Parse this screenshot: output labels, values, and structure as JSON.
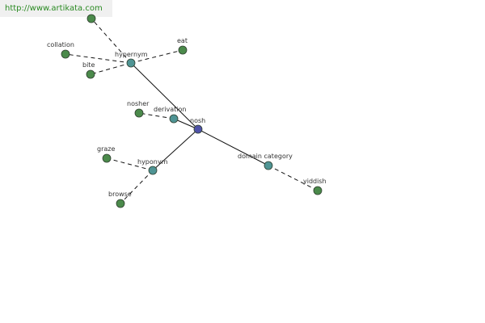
{
  "watermark": "http://www.artikata.com",
  "colors": {
    "leaf_node": "#4b8a4b",
    "relation_node": "#4f9494",
    "center_node": "#4f52a8",
    "node_stroke": "#2f3f2f",
    "edge": "#111111"
  },
  "nodes": [
    {
      "id": "nosh",
      "label": "nosh",
      "kind": "center"
    },
    {
      "id": "hypernym",
      "label": "hypernym",
      "kind": "relation"
    },
    {
      "id": "derivation",
      "label": "derivation",
      "kind": "relation"
    },
    {
      "id": "hyponym",
      "label": "hyponym",
      "kind": "relation"
    },
    {
      "id": "domain_category",
      "label": "domain category",
      "kind": "relation"
    },
    {
      "id": "top",
      "label": "",
      "kind": "leaf"
    },
    {
      "id": "collation",
      "label": "collation",
      "kind": "leaf"
    },
    {
      "id": "bite",
      "label": "bite",
      "kind": "leaf"
    },
    {
      "id": "eat",
      "label": "eat",
      "kind": "leaf"
    },
    {
      "id": "nosher",
      "label": "nosher",
      "kind": "leaf"
    },
    {
      "id": "graze",
      "label": "graze",
      "kind": "leaf"
    },
    {
      "id": "browse",
      "label": "browse",
      "kind": "leaf"
    },
    {
      "id": "yiddish",
      "label": "yiddish",
      "kind": "leaf"
    }
  ],
  "edges": [
    {
      "from": "nosh",
      "to": "hypernym",
      "style": "solid"
    },
    {
      "from": "nosh",
      "to": "derivation",
      "style": "solid"
    },
    {
      "from": "nosh",
      "to": "hyponym",
      "style": "solid"
    },
    {
      "from": "nosh",
      "to": "domain_category",
      "style": "solid"
    },
    {
      "from": "hypernym",
      "to": "top",
      "style": "dashed"
    },
    {
      "from": "hypernym",
      "to": "collation",
      "style": "dashed"
    },
    {
      "from": "hypernym",
      "to": "bite",
      "style": "dashed"
    },
    {
      "from": "hypernym",
      "to": "eat",
      "style": "dashed"
    },
    {
      "from": "derivation",
      "to": "nosher",
      "style": "dashed"
    },
    {
      "from": "hyponym",
      "to": "graze",
      "style": "dashed"
    },
    {
      "from": "hyponym",
      "to": "browse",
      "style": "dashed"
    },
    {
      "from": "domain_category",
      "to": "yiddish",
      "style": "dashed"
    }
  ]
}
